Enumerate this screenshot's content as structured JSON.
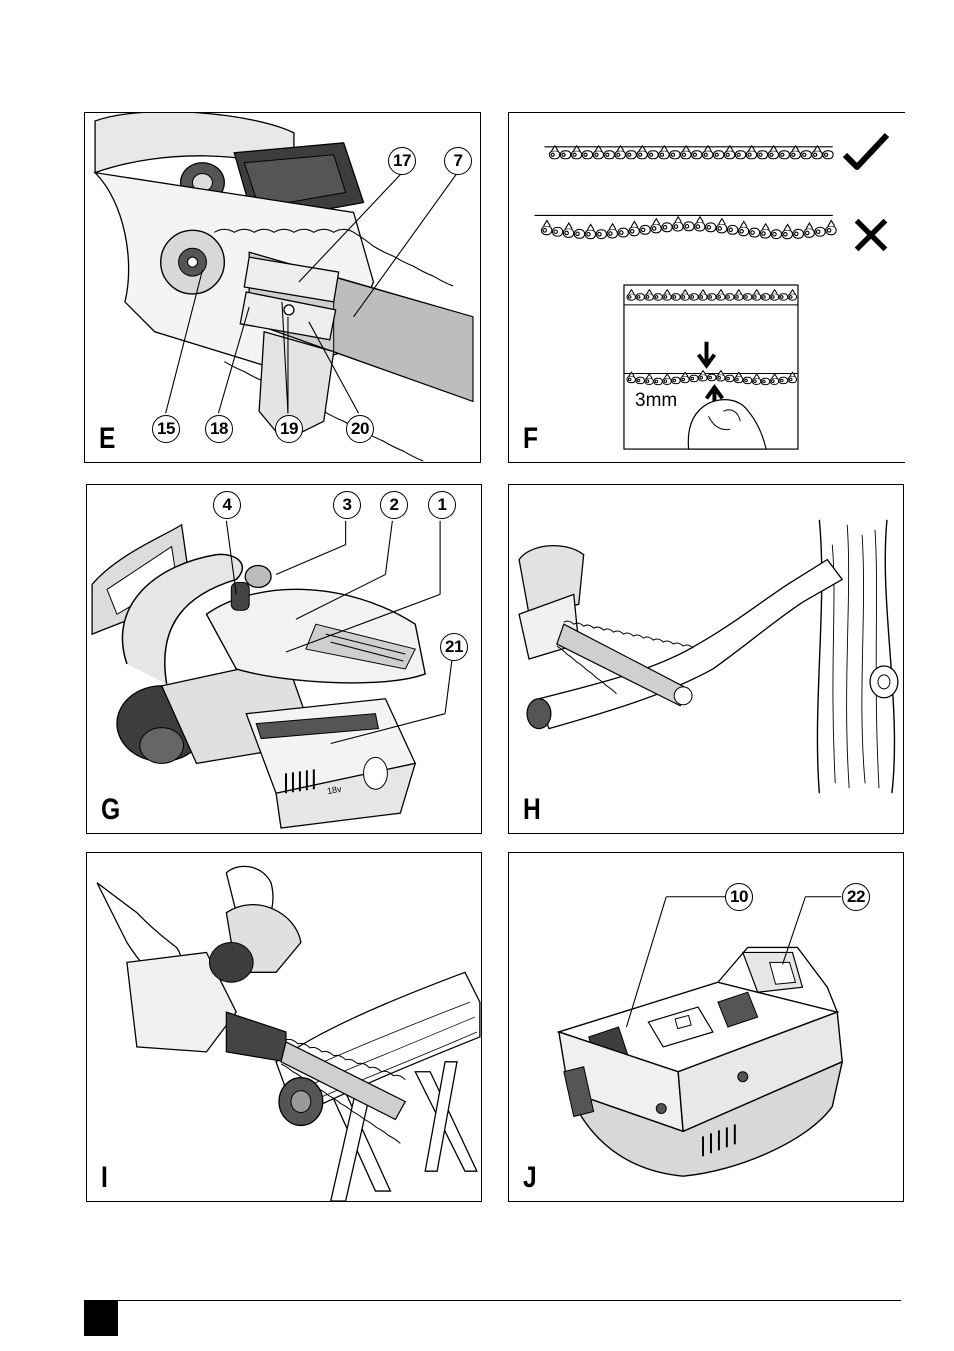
{
  "panels": {
    "E": {
      "label": "E",
      "callouts": [
        "17",
        "7",
        "15",
        "18",
        "19",
        "20"
      ]
    },
    "F": {
      "label": "F",
      "measurement": "3mm",
      "icons": [
        "check-icon",
        "cross-icon"
      ]
    },
    "G": {
      "label": "G",
      "callouts": [
        "4",
        "3",
        "2",
        "1",
        "21"
      ],
      "battery_text": "18v"
    },
    "H": {
      "label": "H"
    },
    "I": {
      "label": "I"
    },
    "J": {
      "label": "J",
      "callouts": [
        "10",
        "22"
      ]
    }
  },
  "colors": {
    "line": "#000000",
    "background": "#ffffff",
    "mid": "#cfcfcf",
    "dark": "#3a3a3a"
  }
}
